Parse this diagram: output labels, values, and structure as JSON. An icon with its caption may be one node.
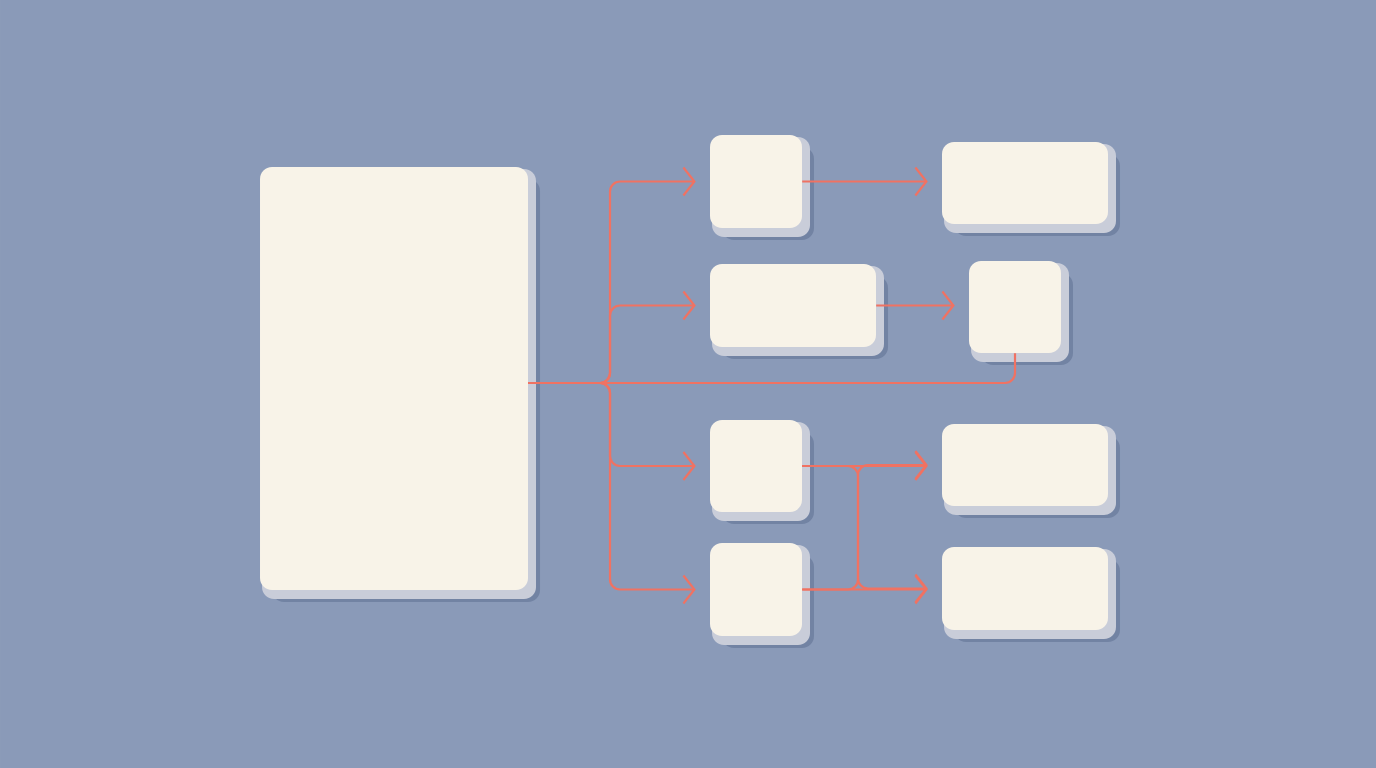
{
  "diagram": {
    "nodes": [
      {
        "text": [],
        "shape": "box"
      },
      {
        "text": [],
        "shape": "box"
      },
      {
        "text": [],
        "shape": "box"
      },
      {
        "text": [],
        "shape": "box"
      },
      {
        "text": [],
        "shape": "box"
      },
      {
        "text": [],
        "shape": "box"
      },
      {
        "text": [],
        "shape": "box"
      },
      {
        "text": [],
        "shape": "box"
      },
      {
        "text": [],
        "shape": "box"
      }
    ],
    "edges": [
      {
        "from": 0,
        "to": 1,
        "arrow": "to"
      },
      {
        "from": 0,
        "to": 2,
        "arrow": "to"
      },
      {
        "from": 0,
        "to": 3,
        "arrow": "to"
      },
      {
        "from": 0,
        "to": 4,
        "arrow": "to"
      },
      {
        "from": 1,
        "to": 5,
        "arrow": "to"
      },
      {
        "from": 2,
        "to": 6,
        "arrow": "to"
      },
      {
        "from": 6,
        "to": 0,
        "arrow": "none"
      },
      {
        "from": 3,
        "to": 7,
        "arrow": "to"
      },
      {
        "from": 3,
        "to": 8,
        "arrow": "to"
      },
      {
        "from": 4,
        "to": 7,
        "arrow": "to"
      },
      {
        "from": 4,
        "to": 8,
        "arrow": "to"
      }
    ]
  }
}
